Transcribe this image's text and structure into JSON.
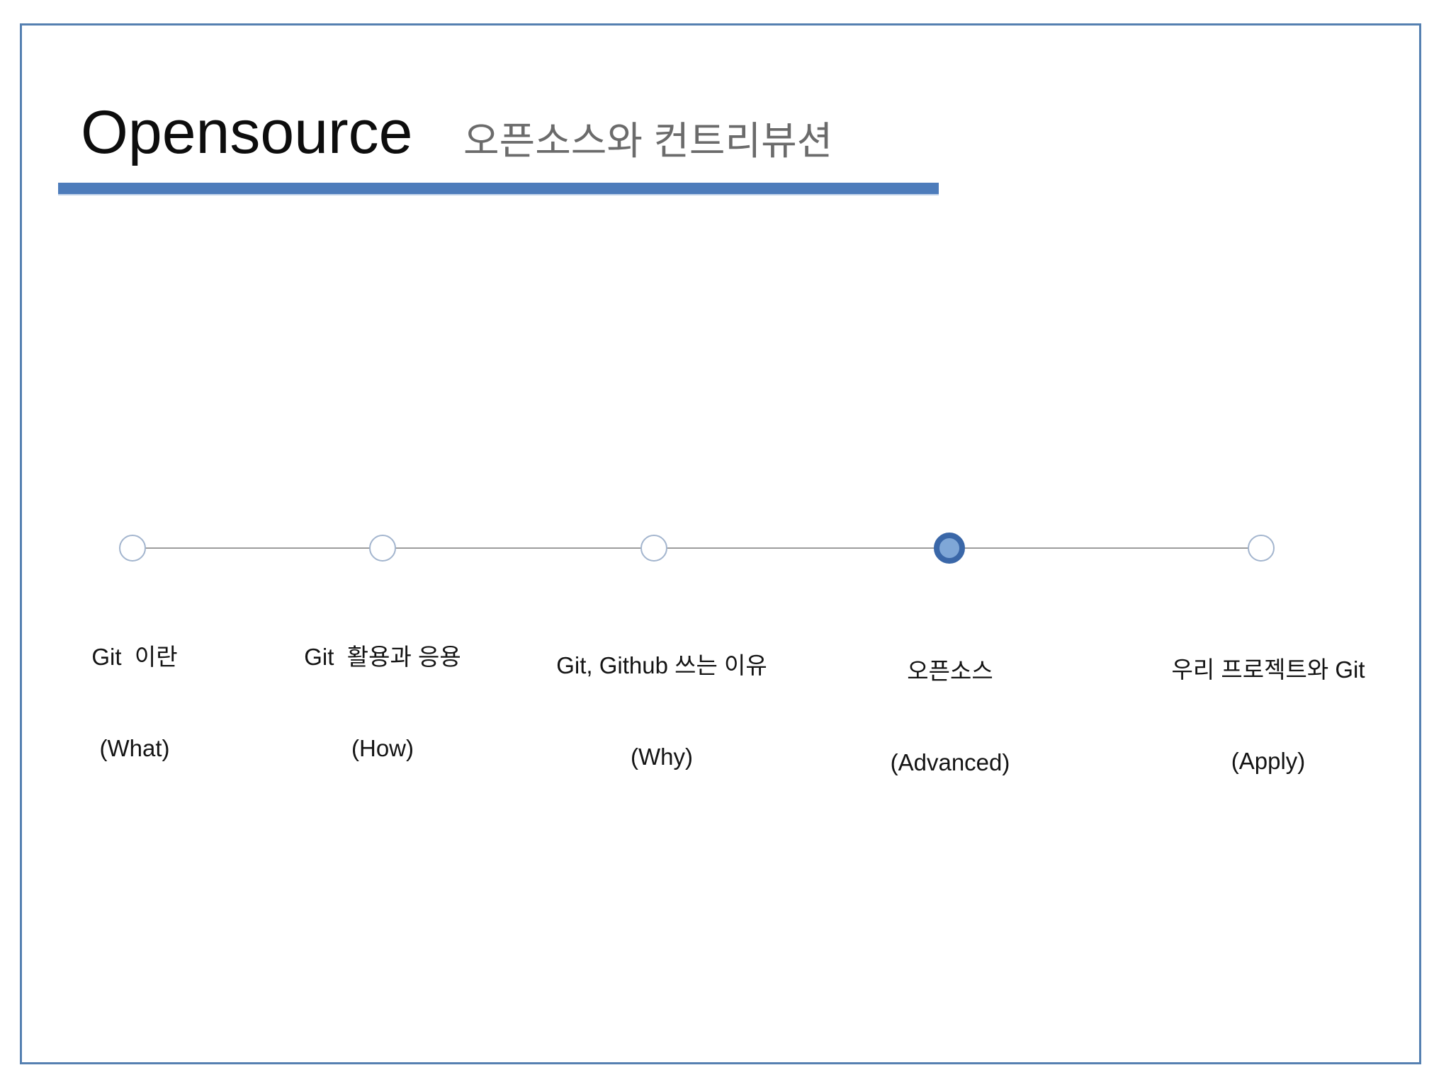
{
  "slide": {
    "title": "Opensource",
    "subtitle": "오픈소스와 컨트리뷰션",
    "accent_bar_color": "#4d7cbb",
    "frame_border_color": "#5580b1",
    "title_color": "#0d0d0d",
    "subtitle_color": "#6b6b6b"
  },
  "timeline": {
    "line_color": "#9c9c9c",
    "inactive_circle_border_color": "#a3b5ce",
    "active_circle_ring_color": "#3a67a8",
    "active_circle_fill_color": "#7fa7d7",
    "active_step_index": 3,
    "steps": [
      {
        "label": "Git  이란",
        "sublabel": "(What)",
        "state": "inactive"
      },
      {
        "label": "Git  활용과 응용",
        "sublabel": "(How)",
        "state": "inactive"
      },
      {
        "label": "Git, Github 쓰는 이유",
        "sublabel": "(Why)",
        "state": "inactive"
      },
      {
        "label": "오픈소스",
        "sublabel": "(Advanced)",
        "state": "active"
      },
      {
        "label": "우리 프로젝트와 Git",
        "sublabel": "(Apply)",
        "state": "inactive"
      }
    ]
  }
}
